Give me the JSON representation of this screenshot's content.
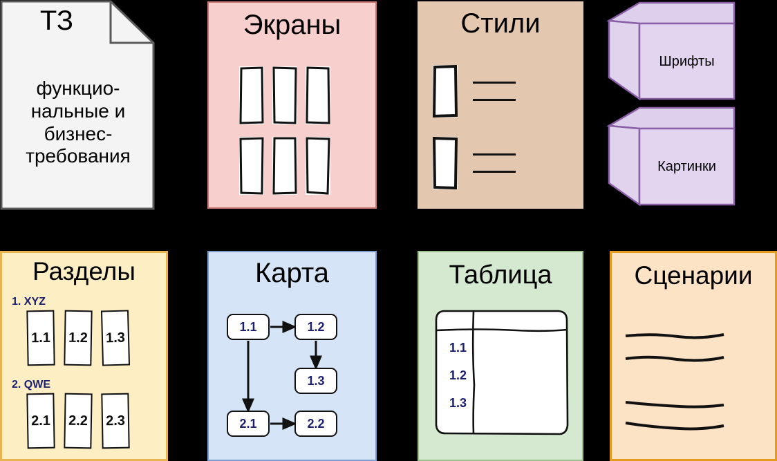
{
  "diagram": {
    "title_row_1": [
      "ТЗ",
      "Экраны",
      "Стили",
      "Шрифты / Картинки"
    ],
    "background_color": "#000000"
  },
  "panels": {
    "doc": {
      "icon": "document-page-icon",
      "title": "ТЗ",
      "fill": "#f4f4f4",
      "stroke": "#5a5a5a",
      "body_lines": [
        "функцио-",
        "нальные и",
        "бизнес-",
        "требования"
      ]
    },
    "screens": {
      "title": "Экраны",
      "fill": "#f7cfcc",
      "stroke": "#c87a72",
      "rows": 2,
      "cols": 3,
      "box_fill": "#ffffff"
    },
    "styles": {
      "title": "Стили",
      "fill": "#e3c7ae",
      "groups": 2,
      "lines_per_group": 2,
      "box_fill": "#ffffff"
    },
    "cubes": {
      "items": [
        {
          "label": "Шрифты",
          "fill": "#e3d5ef",
          "stroke": "#8a5fa8"
        },
        {
          "label": "Картинки",
          "fill": "#e3d5ef",
          "stroke": "#8a5fa8"
        }
      ]
    },
    "sections": {
      "title": "Разделы",
      "fill": "#fdeec4",
      "stroke": "#e8b450",
      "groups": [
        {
          "label": "1. XYZ",
          "boxes": [
            "1.1",
            "1.2",
            "1.3"
          ]
        },
        {
          "label": "2. QWE",
          "boxes": [
            "2.1",
            "2.2",
            "2.3"
          ]
        }
      ]
    },
    "map": {
      "title": "Карта",
      "fill": "#d6e4f7",
      "stroke": "#7d9fd0",
      "nodes": [
        "1.1",
        "1.2",
        "1.3",
        "2.1",
        "2.2"
      ],
      "edges": [
        "1.1->1.2",
        "1.2->1.3",
        "1.1->2.1",
        "2.1->2.2"
      ],
      "node_text_color": "#1b1f6e"
    },
    "table": {
      "title": "Таблица",
      "fill": "#d5e8d0",
      "stroke": "#9ac18e",
      "row_labels": [
        "1.1",
        "1.2",
        "1.3"
      ],
      "header_row": "",
      "cell_text_color": "#1b1f6e"
    },
    "scenarios": {
      "title": "Сценарии",
      "fill": "#fde3c6",
      "stroke": "#e59c1e",
      "line_groups": 2,
      "lines_per_group": 2
    }
  }
}
